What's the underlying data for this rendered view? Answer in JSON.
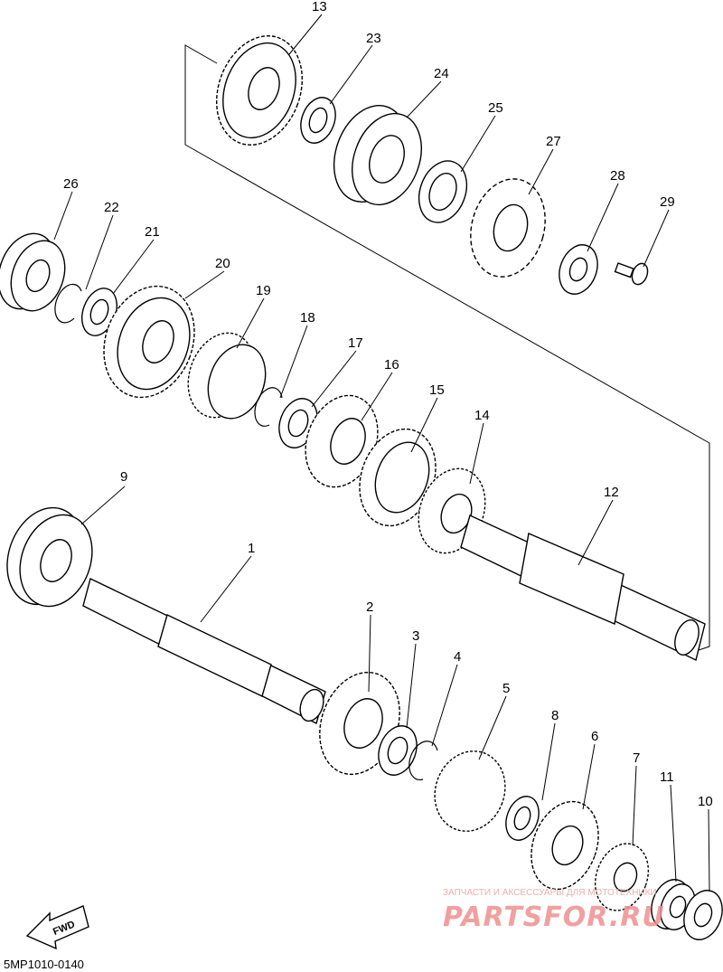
{
  "diagram": {
    "code": "5MP1010-0140",
    "fwd_label": "FWD",
    "watermark": {
      "caption": "ЗАПЧАСТИ И АКСЕССУАРЫ ДЛЯ МОТОТЕХНИКИ",
      "brand": "PARTSFOR.RU"
    },
    "callouts": [
      "1",
      "2",
      "3",
      "4",
      "5",
      "6",
      "7",
      "8",
      "9",
      "10",
      "11",
      "12",
      "13",
      "14",
      "15",
      "16",
      "17",
      "18",
      "19",
      "20",
      "21",
      "22",
      "23",
      "24",
      "25",
      "26",
      "27",
      "28",
      "29"
    ]
  }
}
